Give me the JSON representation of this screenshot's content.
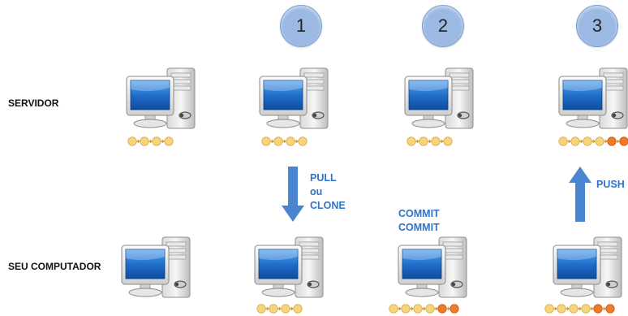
{
  "labels": {
    "server": "SERVIDOR",
    "client": "SEU COMPUTADOR"
  },
  "steps": [
    {
      "number": "1"
    },
    {
      "number": "2"
    },
    {
      "number": "3"
    }
  ],
  "actions": {
    "pull_line1": "PULL",
    "pull_line2": "ou",
    "pull_line3": "CLONE",
    "commit_line1": "COMMIT",
    "commit_line2": "COMMIT",
    "push": "PUSH"
  },
  "colors": {
    "step_circle": "#9bb9e3",
    "action_text": "#2e74c9",
    "arrow": "#4a86cf",
    "old_commit": "#f9d37a",
    "new_commit": "#ee7a2a"
  },
  "commit_chains": {
    "server_0": {
      "old": 4,
      "new": 0
    },
    "server_1": {
      "old": 4,
      "new": 0
    },
    "server_2": {
      "old": 4,
      "new": 0
    },
    "server_3": {
      "old": 4,
      "new": 2
    },
    "client_0": {
      "old": 0,
      "new": 0
    },
    "client_1": {
      "old": 4,
      "new": 0
    },
    "client_2": {
      "old": 4,
      "new": 2
    },
    "client_3": {
      "old": 4,
      "new": 2
    }
  }
}
